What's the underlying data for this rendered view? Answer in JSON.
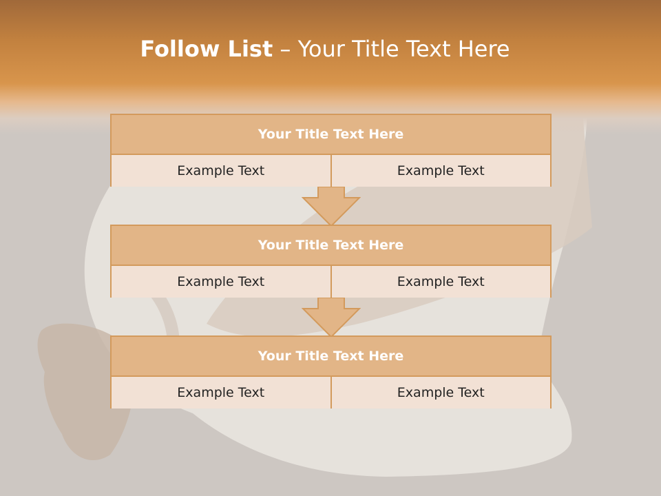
{
  "slide": {
    "title_bold": "Follow List",
    "title_rest": "– Your Title Text Here"
  },
  "blocks": [
    {
      "title": "Your Title Text Here",
      "left_text": "Example Text",
      "right_text": "Example Text"
    },
    {
      "title": "Your Title Text Here",
      "left_text": "Example Text",
      "right_text": "Example Text"
    },
    {
      "title": "Your Title Text Here",
      "left_text": "Example Text",
      "right_text": "Example Text"
    }
  ],
  "colors": {
    "header_gradient": "#d8954c",
    "block_title_bg": "#e2b587",
    "block_body_bg": "#f2e1d5",
    "block_border": "#d39a5c",
    "arrow_fill": "#e2b587"
  }
}
